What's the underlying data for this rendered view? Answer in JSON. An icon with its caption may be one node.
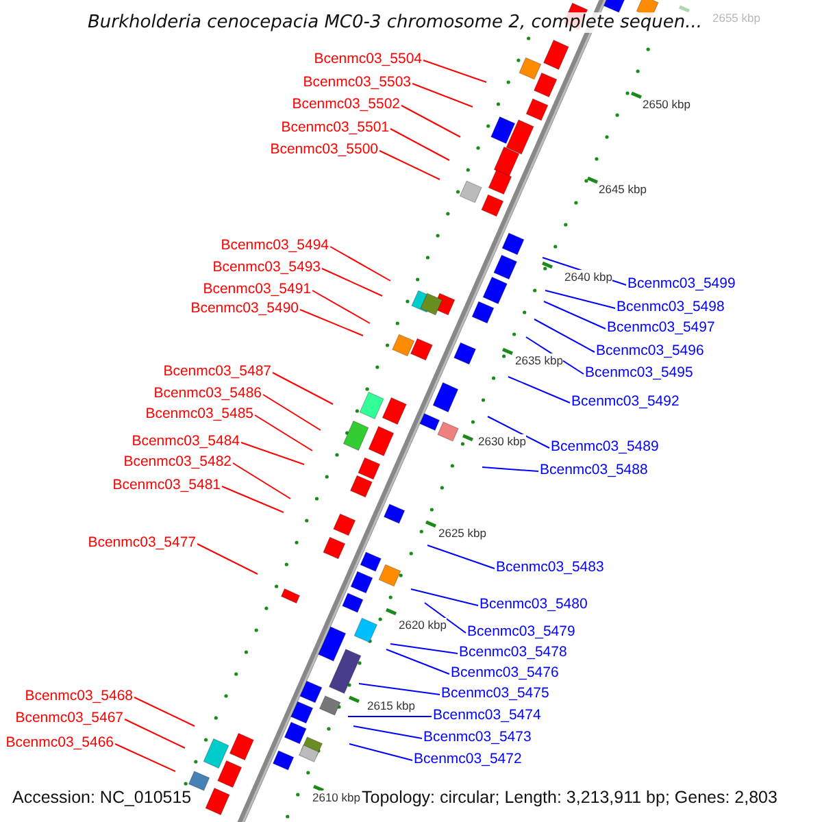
{
  "diagram": {
    "title": "Burkholderia cenocepacia MC0-3 chromosome 2, complete sequen...",
    "nodes": [
      {
        "text": [
          "Bcenmc03_5504"
        ]
      },
      {
        "text": [
          "Bcenmc03_5503"
        ]
      },
      {
        "text": [
          "Bcenmc03_5502"
        ]
      },
      {
        "text": [
          "Bcenmc03_5501"
        ]
      },
      {
        "text": [
          "Bcenmc03_5500"
        ]
      },
      {
        "text": [
          "Bcenmc03_5494"
        ]
      },
      {
        "text": [
          "Bcenmc03_5493"
        ]
      },
      {
        "text": [
          "Bcenmc03_5491"
        ]
      },
      {
        "text": [
          "Bcenmc03_5490"
        ]
      },
      {
        "text": [
          "Bcenmc03_5487"
        ]
      },
      {
        "text": [
          "Bcenmc03_5486"
        ]
      },
      {
        "text": [
          "Bcenmc03_5485"
        ]
      },
      {
        "text": [
          "Bcenmc03_5484"
        ]
      },
      {
        "text": [
          "Bcenmc03_5482"
        ]
      },
      {
        "text": [
          "Bcenmc03_5481"
        ]
      },
      {
        "text": [
          "Bcenmc03_5477"
        ]
      },
      {
        "text": [
          "Bcenmc03_5468"
        ]
      },
      {
        "text": [
          "Bcenmc03_5467"
        ]
      },
      {
        "text": [
          "Bcenmc03_5466"
        ]
      },
      {
        "text": [
          "Bcenmc03_5499"
        ]
      },
      {
        "text": [
          "Bcenmc03_5498"
        ]
      },
      {
        "text": [
          "Bcenmc03_5497"
        ]
      },
      {
        "text": [
          "Bcenmc03_5496"
        ]
      },
      {
        "text": [
          "Bcenmc03_5495"
        ]
      },
      {
        "text": [
          "Bcenmc03_5492"
        ]
      },
      {
        "text": [
          "Bcenmc03_5489"
        ]
      },
      {
        "text": [
          "Bcenmc03_5488"
        ]
      },
      {
        "text": [
          "Bcenmc03_5483"
        ]
      },
      {
        "text": [
          "Bcenmc03_5480"
        ]
      },
      {
        "text": [
          "Bcenmc03_5479"
        ]
      },
      {
        "text": [
          "Bcenmc03_5478"
        ]
      },
      {
        "text": [
          "Bcenmc03_5476"
        ]
      },
      {
        "text": [
          "Bcenmc03_5475"
        ]
      },
      {
        "text": [
          "Bcenmc03_5474"
        ]
      },
      {
        "text": [
          "Bcenmc03_5473"
        ]
      },
      {
        "text": [
          "Bcenmc03_5472"
        ]
      }
    ],
    "edges": [
      {
        "from": 0,
        "to": null,
        "arrow": "none"
      },
      {
        "from": 1,
        "to": null,
        "arrow": "none"
      },
      {
        "from": 2,
        "to": null,
        "arrow": "none"
      },
      {
        "from": 3,
        "to": null,
        "arrow": "none"
      },
      {
        "from": 4,
        "to": null,
        "arrow": "none"
      },
      {
        "from": 5,
        "to": null,
        "arrow": "none"
      },
      {
        "from": 6,
        "to": null,
        "arrow": "none"
      },
      {
        "from": 7,
        "to": null,
        "arrow": "none"
      },
      {
        "from": 8,
        "to": null,
        "arrow": "none"
      },
      {
        "from": 9,
        "to": null,
        "arrow": "none"
      },
      {
        "from": 10,
        "to": null,
        "arrow": "none"
      },
      {
        "from": 11,
        "to": null,
        "arrow": "none"
      },
      {
        "from": 12,
        "to": null,
        "arrow": "none"
      },
      {
        "from": 13,
        "to": null,
        "arrow": "none"
      },
      {
        "from": 14,
        "to": null,
        "arrow": "none"
      },
      {
        "from": 15,
        "to": null,
        "arrow": "none"
      },
      {
        "from": 16,
        "to": null,
        "arrow": "none"
      },
      {
        "from": 17,
        "to": null,
        "arrow": "none"
      },
      {
        "from": 18,
        "to": null,
        "arrow": "none"
      },
      {
        "from": 19,
        "to": null,
        "arrow": "none",
        "color": "#0000ff"
      },
      {
        "from": 20,
        "to": null,
        "arrow": "none",
        "color": "#0000ff"
      },
      {
        "from": 21,
        "to": null,
        "arrow": "none",
        "color": "#0000ff"
      },
      {
        "from": 22,
        "to": null,
        "arrow": "none",
        "color": "#0000ff"
      },
      {
        "from": 23,
        "to": null,
        "arrow": "none",
        "color": "#0000ff"
      },
      {
        "from": 24,
        "to": null,
        "arrow": "none",
        "color": "#0000ff"
      },
      {
        "from": 25,
        "to": null,
        "arrow": "none",
        "color": "#0000ff"
      },
      {
        "from": 26,
        "to": null,
        "arrow": "none",
        "color": "#0000ff"
      },
      {
        "from": 27,
        "to": null,
        "arrow": "none",
        "color": "#0000ff"
      },
      {
        "from": 28,
        "to": null,
        "arrow": "none",
        "color": "#0000ff"
      },
      {
        "from": 29,
        "to": null,
        "arrow": "none",
        "color": "#0000ff"
      },
      {
        "from": 30,
        "to": null,
        "arrow": "none",
        "color": "#0000ff"
      },
      {
        "from": 31,
        "to": null,
        "arrow": "none",
        "color": "#0000ff"
      },
      {
        "from": 32,
        "to": null,
        "arrow": "none",
        "color": "#0000ff"
      },
      {
        "from": 33,
        "to": null,
        "arrow": "none",
        "color": "#0000ff"
      },
      {
        "from": 34,
        "to": null,
        "arrow": "none",
        "color": "#0000ff"
      },
      {
        "from": 35,
        "to": null,
        "arrow": "none",
        "color": "#0000ff"
      }
    ],
    "labels": [
      "2655 kbp",
      "2650 kbp",
      "2645 kbp",
      "2640 kbp",
      "2635 kbp",
      "2630 kbp",
      "2625 kbp",
      "2620 kbp",
      "2615 kbp",
      "2610 kbp",
      "Accession: NC_010515",
      "Topology: circular; Length: 3,213,911 bp; Genes: 2,803"
    ]
  }
}
